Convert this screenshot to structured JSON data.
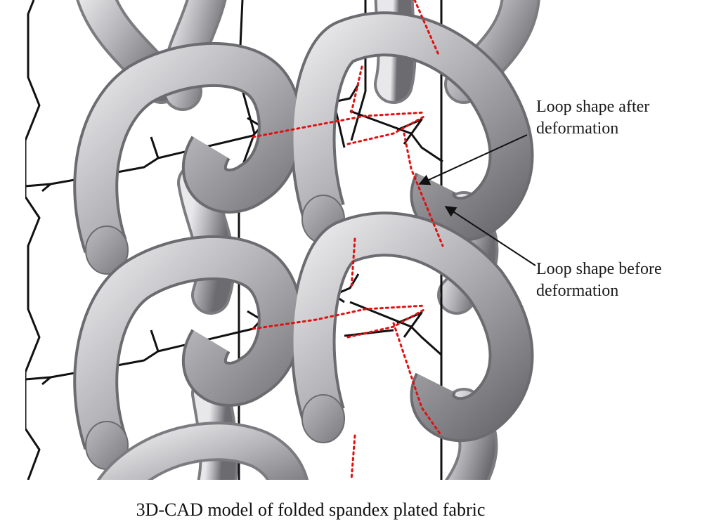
{
  "figure": {
    "annotations": {
      "after": {
        "line1": "Loop shape after",
        "line2": "deformation"
      },
      "before": {
        "line1": "Loop shape before",
        "line2": "deformation"
      }
    },
    "caption": "3D-CAD model of folded spandex plated fabric",
    "colors": {
      "yarn_light": "#e6e6e8",
      "yarn_mid": "#b4b4b8",
      "yarn_dark": "#6c6c70",
      "loop_before_line": "#111111",
      "loop_after_line": "#e01010",
      "background": "#ffffff"
    }
  }
}
